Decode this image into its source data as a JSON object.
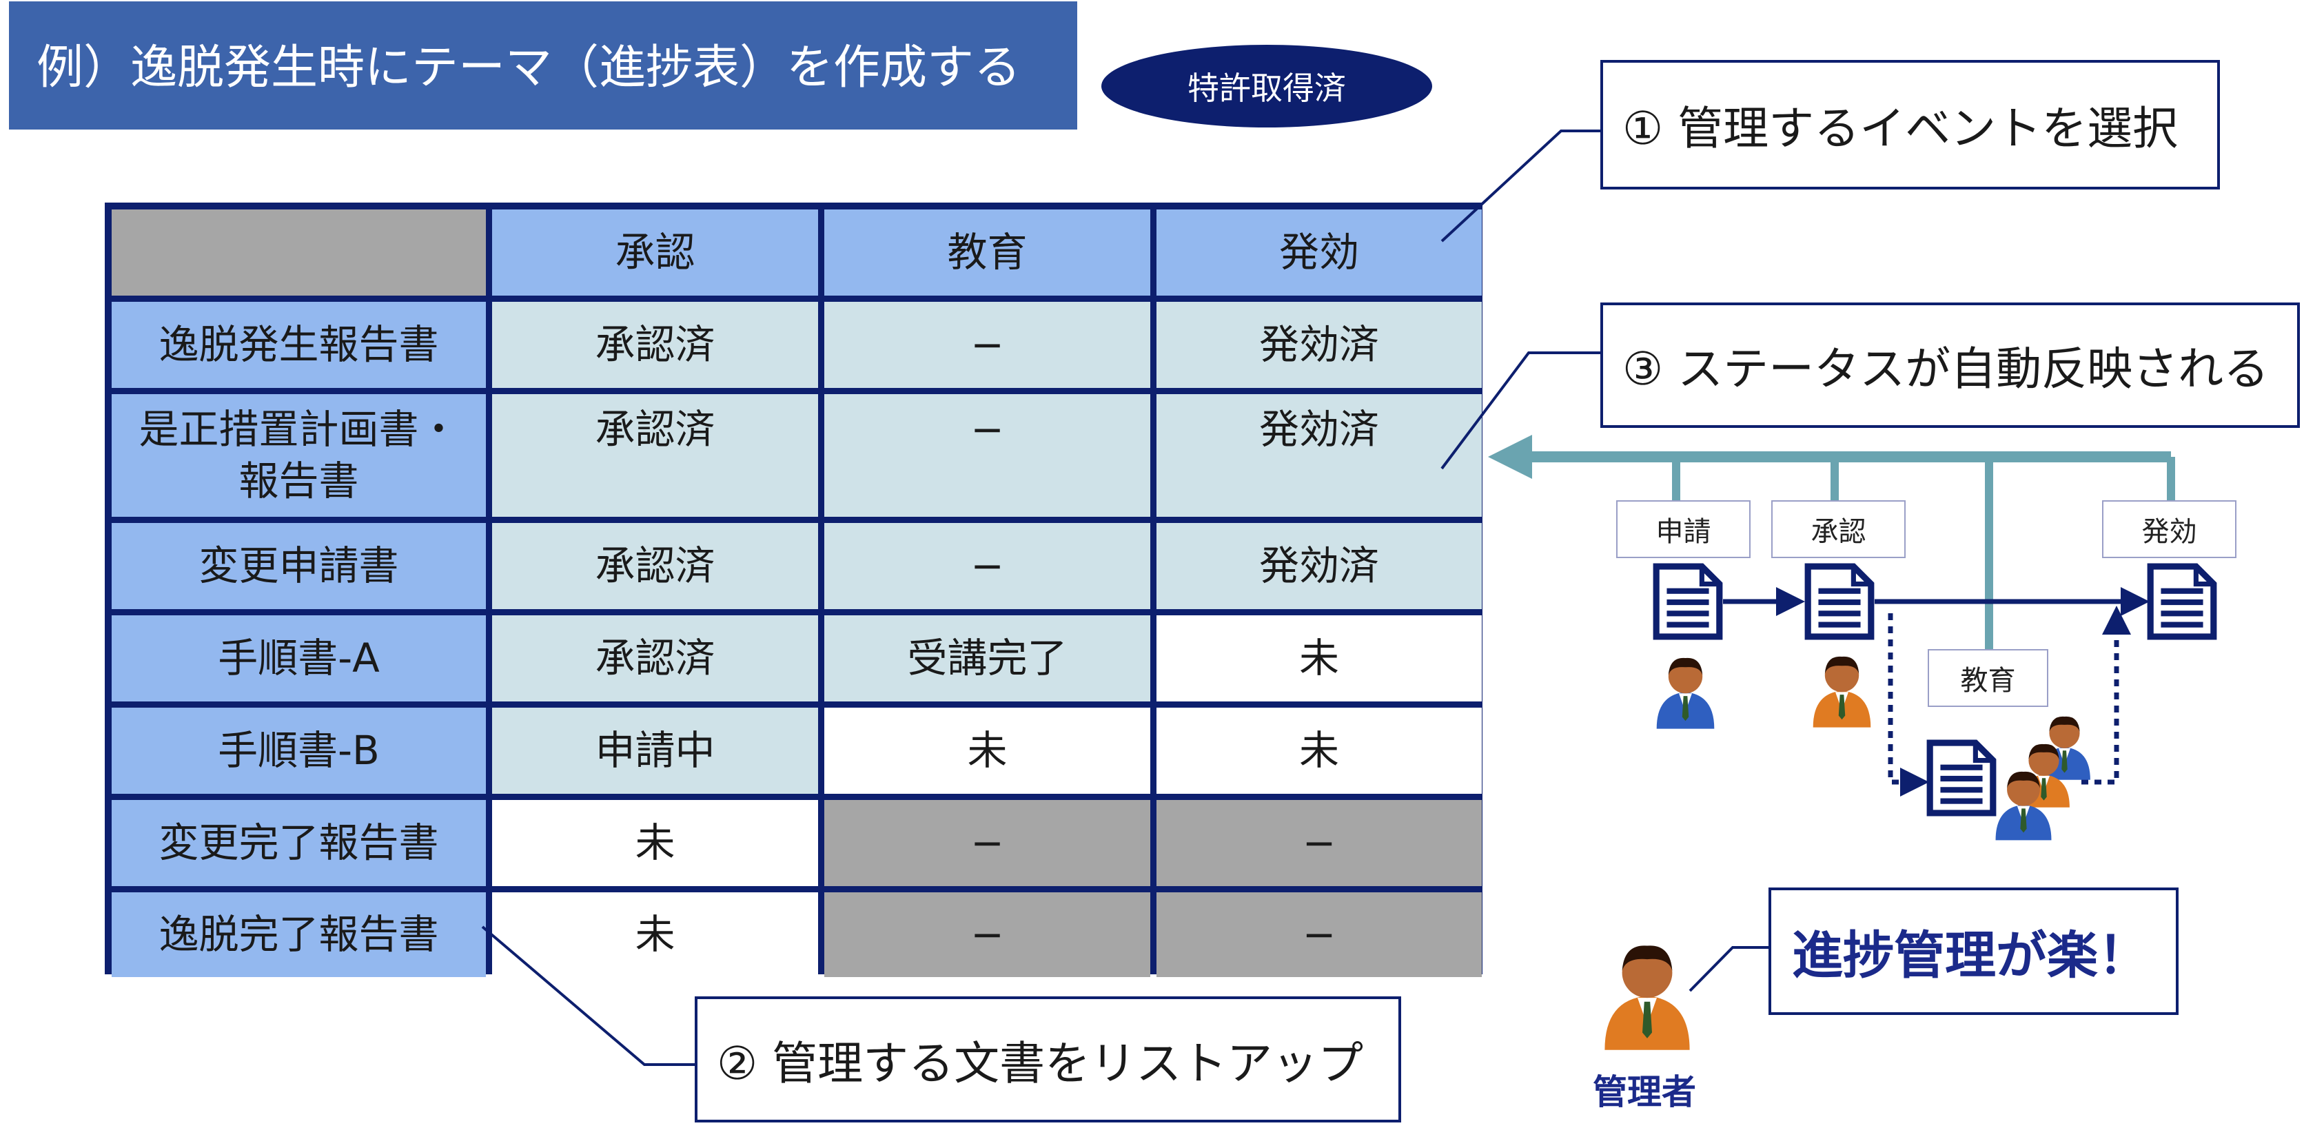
{
  "title": "例）逸脱発生時にテーマ（進捗表）を作成する",
  "badge": "特許取得済",
  "table": {
    "headers": [
      "承認",
      "教育",
      "発効"
    ],
    "rows": [
      {
        "doc": "逸脱発生報告書",
        "cells": [
          "承認済",
          "−",
          "発効済"
        ]
      },
      {
        "doc": "是正措置計画書・\n報告書",
        "cells": [
          "承認済",
          "−",
          "発効済"
        ]
      },
      {
        "doc": "変更申請書",
        "cells": [
          "承認済",
          "−",
          "発効済"
        ]
      },
      {
        "doc": "手順書-A",
        "cells": [
          "承認済",
          "受講完了",
          "未"
        ]
      },
      {
        "doc": "手順書-B",
        "cells": [
          "申請中",
          "未",
          "未"
        ]
      },
      {
        "doc": "変更完了報告書",
        "cells": [
          "未",
          "−",
          "−"
        ]
      },
      {
        "doc": "逸脱完了報告書",
        "cells": [
          "未",
          "−",
          "−"
        ]
      }
    ]
  },
  "callouts": {
    "select_event": "① 管理するイベントを選択",
    "list_docs": "② 管理する文書をリストアップ",
    "auto_status": "③ ステータスが自動反映される"
  },
  "workflow": {
    "apply": "申請",
    "approve": "承認",
    "effective": "発効",
    "education": "教育"
  },
  "easy_label": "進捗管理が楽！",
  "manager_label": "管理者",
  "colors": {
    "navy": "#0d1f6e",
    "header_blue": "#93b8ef",
    "done_fill": "#cfe2e8",
    "gray": "#a6a6a6",
    "teal": "#6aa4b0",
    "title_blue": "#3d64ab"
  }
}
